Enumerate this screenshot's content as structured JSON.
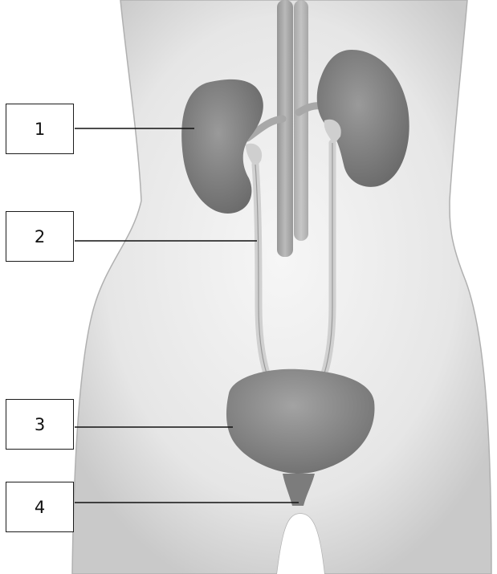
{
  "diagram": {
    "labels": [
      {
        "id": "1",
        "text": "1"
      },
      {
        "id": "2",
        "text": "2"
      },
      {
        "id": "3",
        "text": "3"
      },
      {
        "id": "4",
        "text": "4"
      }
    ]
  },
  "colors": {
    "body_fill": "#eeeeee",
    "body_shadow": "#bdbdbd",
    "organ_fill": "#8a8a8a",
    "organ_dark": "#6e6e6e",
    "vessel_fill": "#9a9a9a",
    "ureter_fill": "#d4d4d4",
    "leader_line": "#111111"
  }
}
